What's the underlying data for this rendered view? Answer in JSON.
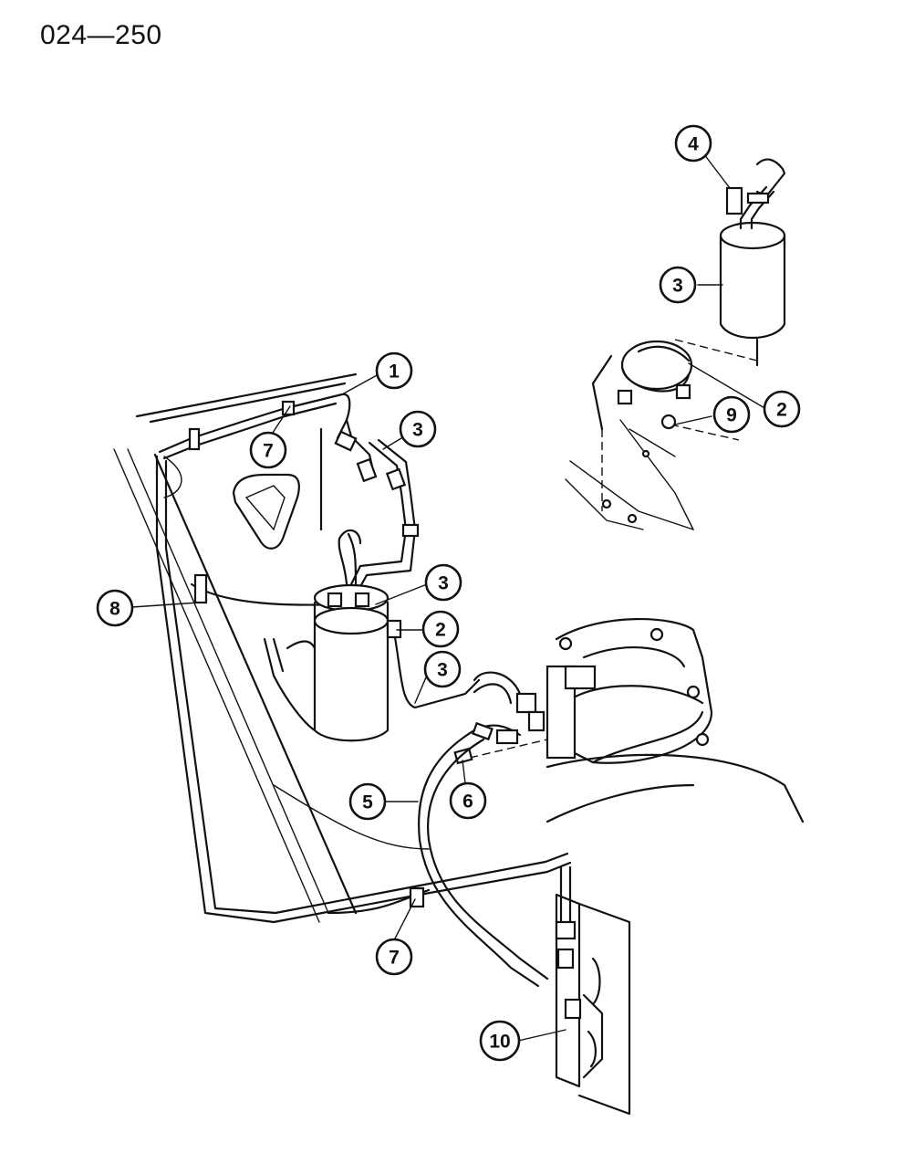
{
  "diagram_code": "024—250",
  "callouts": [
    {
      "id": "c1",
      "label": "1"
    },
    {
      "id": "c2a",
      "label": "2"
    },
    {
      "id": "c2b",
      "label": "2"
    },
    {
      "id": "c3a",
      "label": "3"
    },
    {
      "id": "c3b",
      "label": "3"
    },
    {
      "id": "c3c",
      "label": "3"
    },
    {
      "id": "c3d",
      "label": "3"
    },
    {
      "id": "c4",
      "label": "4"
    },
    {
      "id": "c5",
      "label": "5"
    },
    {
      "id": "c6",
      "label": "6"
    },
    {
      "id": "c7a",
      "label": "7"
    },
    {
      "id": "c7b",
      "label": "7"
    },
    {
      "id": "c8",
      "label": "8"
    },
    {
      "id": "c9",
      "label": "9"
    },
    {
      "id": "c10",
      "label": "10"
    }
  ]
}
